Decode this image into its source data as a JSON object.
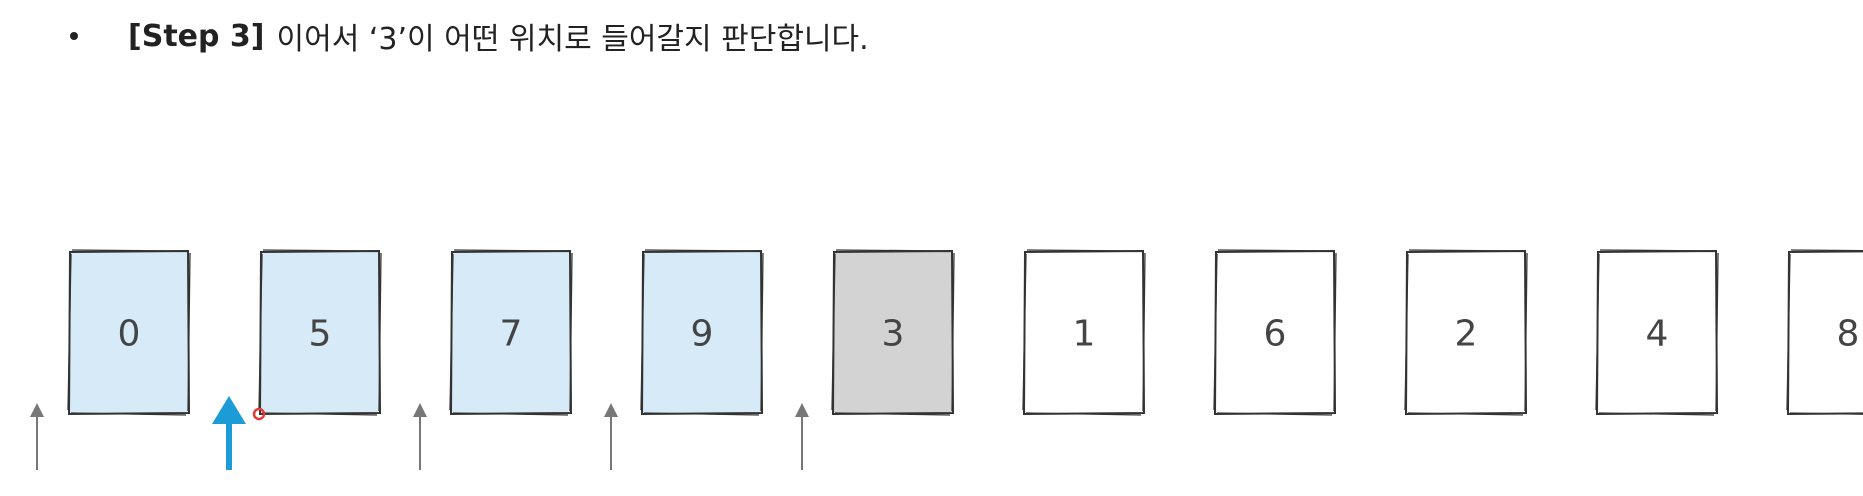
{
  "heading": {
    "step": "[Step 3]",
    "text": "이어서 ‘3’이 어떤 위치로 들어갈지 판단합니다."
  },
  "cards": [
    {
      "label": "0",
      "state": "sorted"
    },
    {
      "label": "5",
      "state": "sorted"
    },
    {
      "label": "7",
      "state": "sorted"
    },
    {
      "label": "9",
      "state": "sorted"
    },
    {
      "label": "3",
      "state": "current"
    },
    {
      "label": "1",
      "state": "unsorted"
    },
    {
      "label": "6",
      "state": "unsorted"
    },
    {
      "label": "2",
      "state": "unsorted"
    },
    {
      "label": "4",
      "state": "unsorted"
    },
    {
      "label": "8",
      "state": "unsorted"
    }
  ],
  "insertion_slots": {
    "candidate_gaps": [
      0,
      1,
      2,
      3,
      4
    ],
    "selected_gap": 1
  },
  "colors": {
    "sorted": "#d6eaf7",
    "current": "#d3d3d3",
    "unsorted": "#ffffff",
    "border": "#333333",
    "arrow": "#777777",
    "selected_arrow": "#1d9bd6",
    "pointer": "#e53935"
  }
}
